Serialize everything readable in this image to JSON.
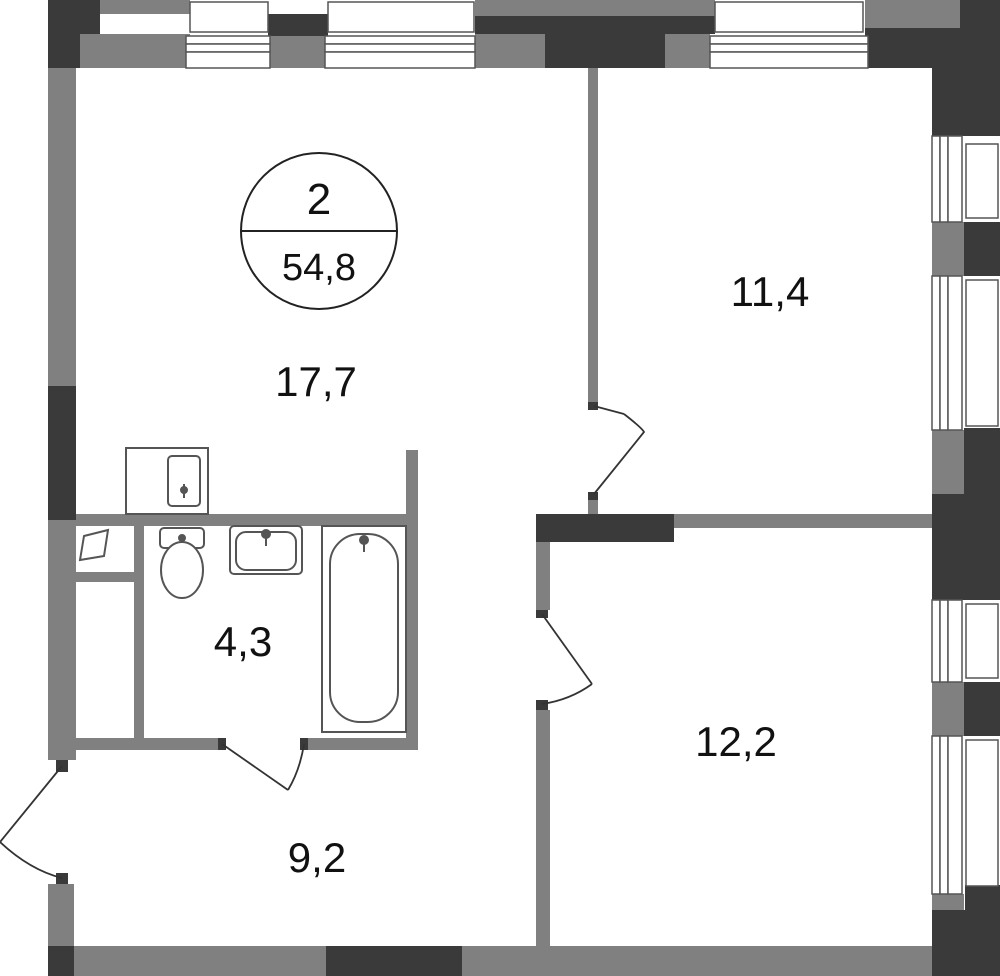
{
  "apartment": {
    "rooms_count": "2",
    "total_area": "54,8"
  },
  "rooms": [
    {
      "id": "living",
      "area": "17,7"
    },
    {
      "id": "bedroom-north",
      "area": "11,4"
    },
    {
      "id": "bathroom",
      "area": "4,3"
    },
    {
      "id": "bedroom-south",
      "area": "12,2"
    },
    {
      "id": "hallway",
      "area": "9,2"
    }
  ],
  "colors": {
    "wall_dark": "#3a3a3a",
    "wall_light": "#808080",
    "fixture_stroke": "#555555",
    "background": "#ffffff"
  }
}
